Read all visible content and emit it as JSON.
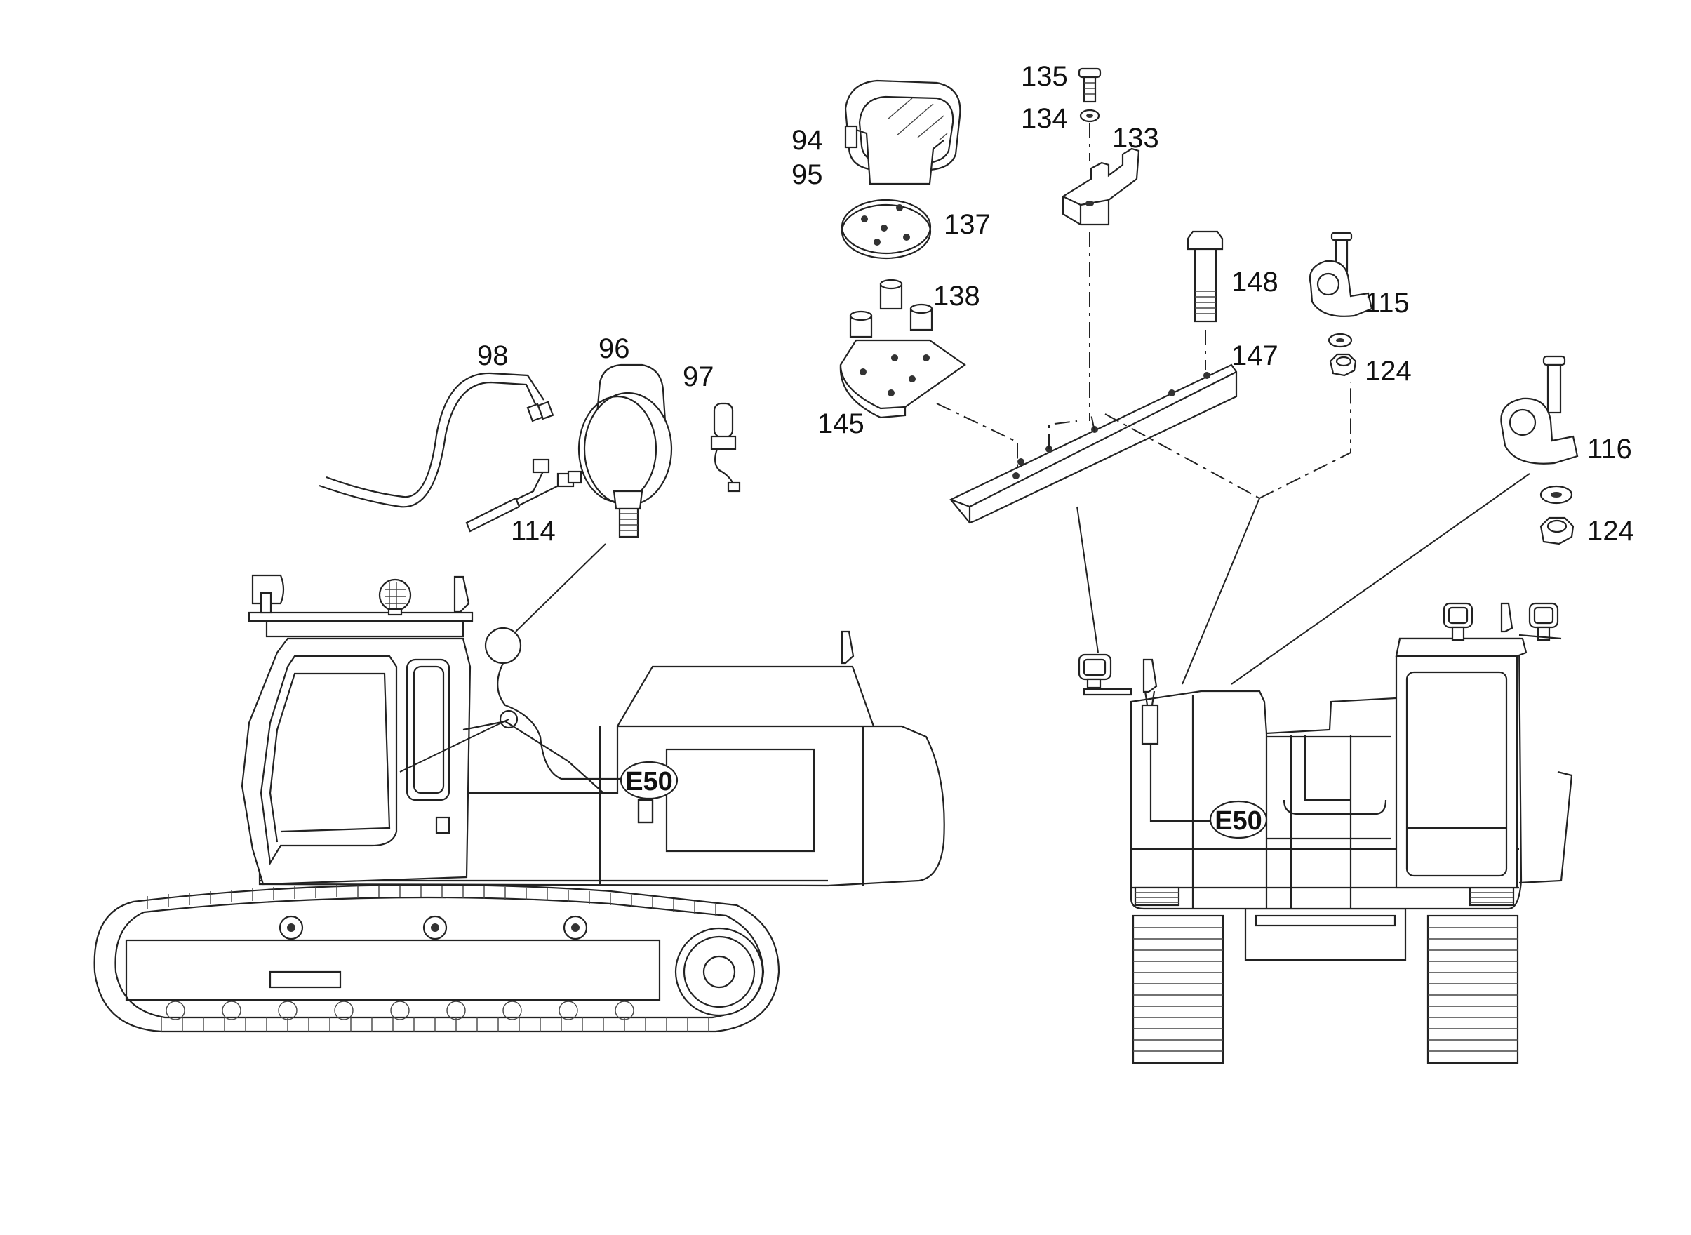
{
  "callouts": {
    "c94": "94",
    "c95": "95",
    "c96": "96",
    "c97": "97",
    "c98": "98",
    "c114": "114",
    "c115": "115",
    "c116": "116",
    "c124a": "124",
    "c124b": "124",
    "c133": "133",
    "c134": "134",
    "c135": "135",
    "c137": "137",
    "c138": "138",
    "c145": "145",
    "c147": "147",
    "c148": "148"
  },
  "tags": {
    "side_tag": "E50",
    "rear_tag": "E50"
  }
}
